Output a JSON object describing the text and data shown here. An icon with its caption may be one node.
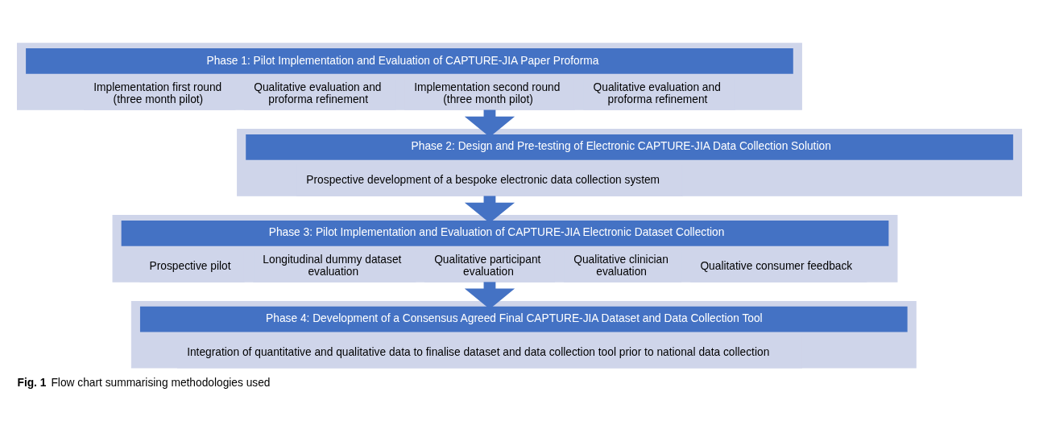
{
  "diagram": {
    "caption": "**Fig. 1** Flow chart summarising methodologies used",
    "nodes": [
      {
        "text": [
          "Phase 1: Pilot Implementation and Evaluation of CAPTURE-JIA Paper Proforma"
        ]
      },
      {
        "text": [
          "Implementation first round (three month pilot)"
        ],
        "in": 0
      },
      {
        "text": [
          "Qualitative evaluation and proforma refinement"
        ],
        "in": 0
      },
      {
        "text": [
          "Implementation second round (three month pilot)"
        ],
        "in": 0
      },
      {
        "text": [
          "Qualitative evaluation and proforma refinement"
        ],
        "in": 0
      },
      {
        "text": [
          "Phase 2: Design and Pre-testing of Electronic CAPTURE-JIA Data Collection Solution"
        ]
      },
      {
        "text": [
          "Prospective development of a bespoke electronic data collection system"
        ],
        "in": 5
      },
      {
        "text": [
          "Phase 3: Pilot Implementation and Evaluation of CAPTURE-JIA Electronic Dataset Collection"
        ]
      },
      {
        "text": [
          "Prospective pilot"
        ],
        "in": 7
      },
      {
        "text": [
          "Longitudinal dummy dataset evaluation"
        ],
        "in": 7
      },
      {
        "text": [
          "Qualitative participant evaluation"
        ],
        "in": 7
      },
      {
        "text": [
          "Qualitative clinician evaluation"
        ],
        "in": 7
      },
      {
        "text": [
          "Qualitative consumer feedback"
        ],
        "in": 7
      },
      {
        "text": [
          "Phase 4: Development of a Consensus Agreed Final CAPTURE-JIA Dataset and Data Collection Tool"
        ]
      },
      {
        "text": [
          "Integration of quantitative and qualitative data to finalise dataset and data collection tool prior to national data collection"
        ],
        "in": 13
      }
    ],
    "edges": [
      {
        "from": 0,
        "to": 5,
        "arrow": "to"
      },
      {
        "from": 5,
        "to": 7,
        "arrow": "to"
      },
      {
        "from": 7,
        "to": 13,
        "arrow": "to"
      }
    ]
  }
}
